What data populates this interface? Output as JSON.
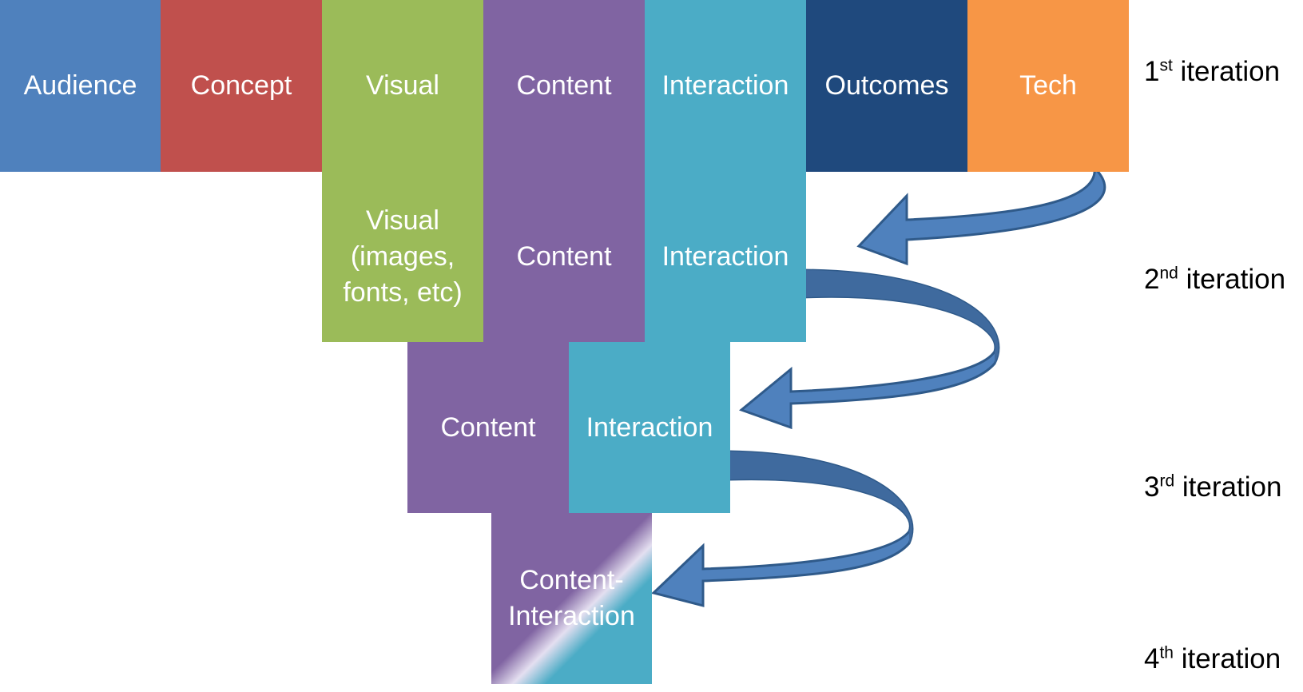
{
  "colors": {
    "audience": "#4F81BD",
    "concept": "#C0504D",
    "visual": "#9BBB59",
    "content": "#8064A2",
    "interaction": "#4BACC6",
    "outcomes": "#1F497D",
    "tech": "#F79646",
    "arrow": "#4F81BD",
    "arrow_dark": "#3A6496"
  },
  "row1": {
    "audience": "Audience",
    "concept": "Concept",
    "visual": "Visual",
    "content": "Content",
    "interaction": "Interaction",
    "outcomes": "Outcomes",
    "tech": "Tech"
  },
  "row2": {
    "visual": "Visual\n(images,\nfonts, etc)",
    "content": "Content",
    "interaction": "Interaction"
  },
  "row3": {
    "content": "Content",
    "interaction": "Interaction"
  },
  "row4": {
    "content_interaction": "Content-\nInteraction"
  },
  "iterations": [
    {
      "num": "1",
      "suffix": "st",
      "label": "iteration"
    },
    {
      "num": "2",
      "suffix": "nd",
      "label": "iteration"
    },
    {
      "num": "3",
      "suffix": "rd",
      "label": "iteration"
    },
    {
      "num": "4",
      "suffix": "th",
      "label": "iteration"
    }
  ]
}
